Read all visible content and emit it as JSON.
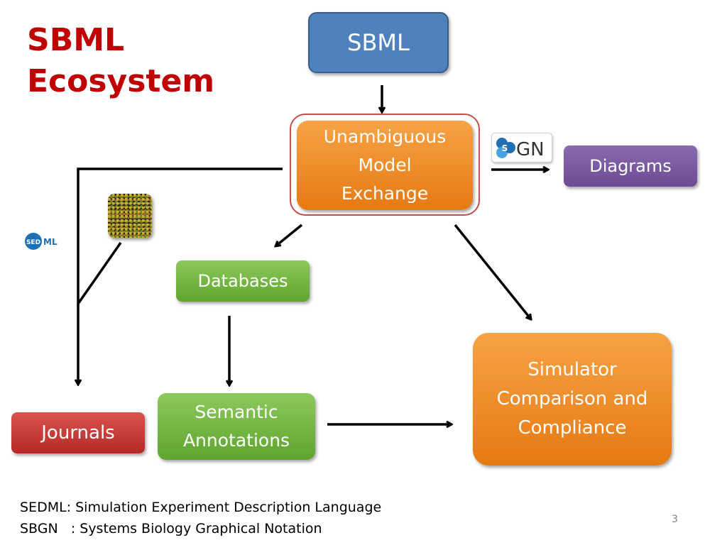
{
  "slide": {
    "title_lines": [
      "SBML",
      "Ecosystem"
    ],
    "page_number": "3"
  },
  "nodes": {
    "sbml": {
      "label": "SBML"
    },
    "unambiguous_model_exchange": {
      "lines": [
        "Unambiguous",
        "Model",
        "Exchange"
      ]
    },
    "diagrams": {
      "label": "Diagrams"
    },
    "databases": {
      "label": "Databases"
    },
    "semantic_annotations": {
      "lines": [
        "Semantic",
        "Annotations"
      ]
    },
    "journals": {
      "label": "Journals"
    },
    "simulator_comparison": {
      "lines": [
        "Simulator",
        "Comparison and",
        "Compliance"
      ]
    }
  },
  "logos": {
    "sbgn": {
      "text_left": "S",
      "text_right": "GN"
    },
    "sedml": {
      "text_left": "SED",
      "text_right": "ML"
    }
  },
  "footnotes": [
    "SEDML: Simulation Experiment Description Language",
    "SBGN   : Systems Biology Graphical Notation"
  ],
  "colors": {
    "title": "#c00000",
    "sbml": "#4f81bd",
    "orange": "#f79646",
    "purple": "#8064a2",
    "green": "#77b843",
    "red": "#c0504d",
    "arrow": "#000000"
  }
}
